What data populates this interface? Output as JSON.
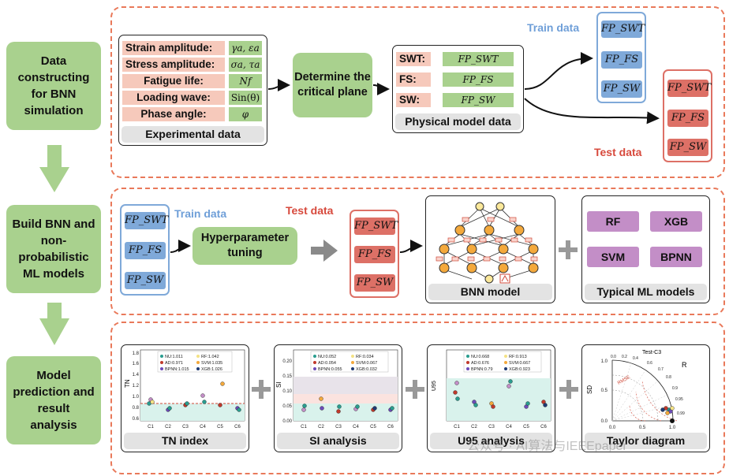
{
  "stages": {
    "s1": "Data constructing for BNN simulation",
    "s2": "Build BNN and non-probabilistic ML models",
    "s3": "Model prediction and result analysis"
  },
  "experimental": {
    "rows": [
      {
        "label": "Strain amplitude:",
        "sym": "γa, εa"
      },
      {
        "label": "Stress amplitude:",
        "sym": "σa, τa"
      },
      {
        "label": "Fatigue life:",
        "sym": "Nf"
      },
      {
        "label": "Loading wave:",
        "sym": "Sin(θ)"
      },
      {
        "label": "Phase angle:",
        "sym": "φ"
      }
    ],
    "caption": "Experimental data"
  },
  "critical_plane": "Determine the critical plane",
  "physical": {
    "rows": [
      {
        "label": "SWT:",
        "sym": "FP_SWT"
      },
      {
        "label": "FS:",
        "sym": "FP_FS"
      },
      {
        "label": "SW:",
        "sym": "FP_SW"
      }
    ],
    "caption": "Physical model data"
  },
  "train_label": "Train data",
  "test_label": "Test data",
  "fp": {
    "swt": "FP_SWT",
    "fs": "FP_FS",
    "sw": "FP_SW"
  },
  "hyper": "Hyperparameter tuning",
  "bnn_caption": "BNN model",
  "ml": {
    "models": [
      "RF",
      "XGB",
      "SVM",
      "BPNN"
    ],
    "caption": "Typical ML models"
  },
  "analysis": {
    "tn": {
      "caption": "TN index",
      "ylabel": "TN",
      "yticks": [
        "1.8",
        "1.6",
        "1.4",
        "1.2",
        "1.0",
        "0.8",
        "0.6"
      ],
      "xticks": [
        "C1",
        "C2",
        "C3",
        "C4",
        "C5",
        "C6"
      ],
      "legend": [
        "NU:1.011",
        "RF:1.042",
        "AD:0.971",
        "SVM:1.035",
        "BPNN:1.015",
        "XGB:1.026"
      ]
    },
    "si": {
      "caption": "SI analysis",
      "ylabel": "SI",
      "yticks": [
        "0.20",
        "0.15",
        "0.10",
        "0.05",
        "0.00"
      ],
      "xticks": [
        "C1",
        "C2",
        "C3",
        "C4",
        "C5",
        "C6"
      ],
      "legend": [
        "NU:0.052",
        "RF:0.034",
        "AD:0.054",
        "SVM:0.067",
        "BPNN:0.055",
        "XGB:0.032"
      ]
    },
    "u95": {
      "caption": "U95 analysis",
      "ylabel": "U95",
      "xticks": [
        "C1",
        "C2",
        "C3",
        "C4",
        "C5",
        "C6"
      ],
      "legend": [
        "NU:0.668",
        "RF:0.913",
        "AD:0.676",
        "SVM:0.667",
        "BPNN:0.79",
        "XGB:0.923"
      ]
    },
    "taylor": {
      "caption": "Taylor diagram",
      "title": "Test-C3",
      "ylabel": "SD",
      "rlabel": "R",
      "rmse": "RMSE",
      "yticks": [
        "1.0",
        "0.5",
        "0.0"
      ],
      "xticks": [
        "0.0",
        "0.5",
        "1.0"
      ],
      "rticks": [
        "0.0",
        "0.2",
        "0.4",
        "0.6",
        "0.7",
        "0.8",
        "0.9",
        "0.95",
        "0.99"
      ]
    }
  },
  "watermark": "公众号 · AI算法与IEEEpaper"
}
